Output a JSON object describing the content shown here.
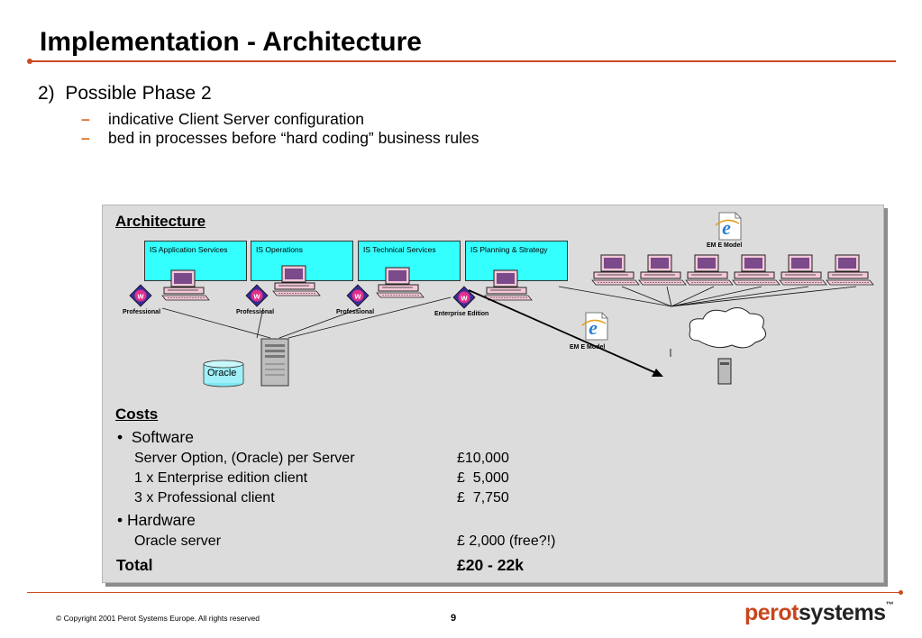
{
  "slide": {
    "title": "Implementation - Architecture",
    "bullet": {
      "number": "2)",
      "text": "Possible Phase 2"
    },
    "subbullets": [
      "indicative Client Server configuration",
      "bed in processes before “hard coding” business rules"
    ],
    "dash": "–"
  },
  "architecture": {
    "heading": "Architecture",
    "service_boxes": [
      {
        "label": "IS Application Services"
      },
      {
        "label": "IS Operations"
      },
      {
        "label": "IS Technical Services"
      },
      {
        "label": "IS Planning & Strategy"
      }
    ],
    "client_labels": [
      "Professional",
      "Professional",
      "Professional",
      "Enterprise Edition"
    ],
    "eme_model_label": "EM E Model",
    "eme_model_label_2": "EM E Model",
    "database_label": "Oracle",
    "colors": {
      "service_box": "#33ffff",
      "panel": "#dcdcdc",
      "accent": "#cc4b1f"
    }
  },
  "costs": {
    "heading": "Costs",
    "software": {
      "bullet": "•",
      "label": "Software"
    },
    "software_items": [
      {
        "item": "Server Option, (Oracle) per Server",
        "cost": "£10,000"
      },
      {
        "item": "1 x Enterprise edition client",
        "cost": "£  5,000"
      },
      {
        "item": "3 x Professional client",
        "cost": "£  7,750"
      }
    ],
    "hardware": {
      "bullet": "•",
      "label": "Hardware"
    },
    "hardware_items": [
      {
        "item": "Oracle server",
        "cost": "£ 2,000 (free?!)"
      }
    ],
    "total": {
      "label": "Total",
      "cost": "£20 - 22k"
    }
  },
  "footer": {
    "copyright": "©  Copyright 2001 Perot Systems Europe.  All rights reserved",
    "page_number": "9",
    "logo_part1": "perot",
    "logo_part2": "systems",
    "logo_tm": "™"
  }
}
